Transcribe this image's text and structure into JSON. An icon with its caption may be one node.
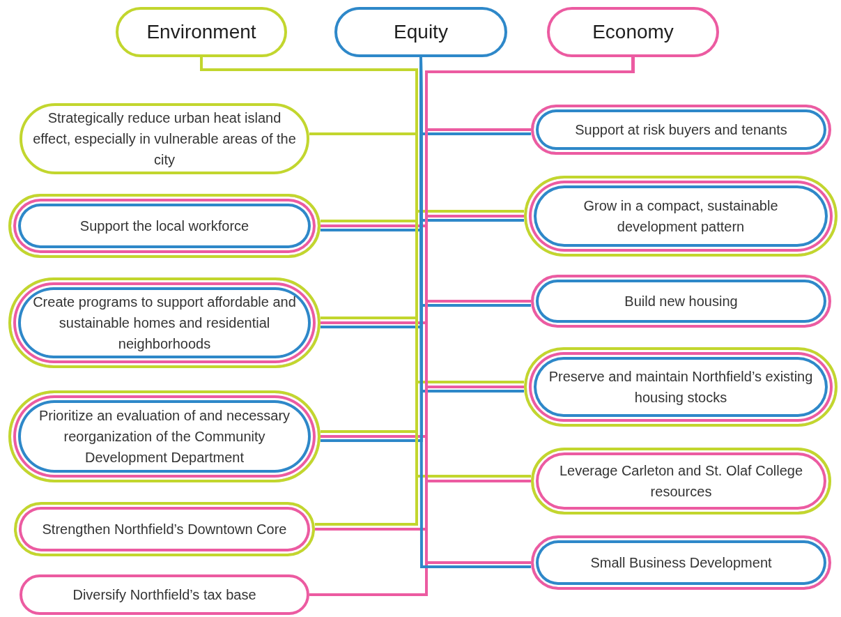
{
  "diagram": {
    "nodes": [
      {
        "text": [
          "Environment"
        ]
      },
      {
        "text": [
          "Equity"
        ]
      },
      {
        "text": [
          "Economy"
        ]
      },
      {
        "text": [
          "Strategically reduce urban heat island effect, especially in vulnerable areas of the city"
        ]
      },
      {
        "text": [
          "Support the local workforce"
        ]
      },
      {
        "text": [
          "Create programs to support affordable and sustainable homes and residential neighborhoods"
        ]
      },
      {
        "text": [
          "Prioritize an evaluation of and necessary reorganization of the Community Development Department"
        ]
      },
      {
        "text": [
          "Strengthen Northfield’s Downtown Core"
        ]
      },
      {
        "text": [
          "Diversify Northfield’s tax base"
        ]
      },
      {
        "text": [
          "Support at risk buyers and tenants"
        ]
      },
      {
        "text": [
          "Grow in a compact, sustainable development pattern"
        ]
      },
      {
        "text": [
          "Build new housing"
        ]
      },
      {
        "text": [
          "Preserve and maintain Northfield’s existing housing stocks"
        ]
      },
      {
        "text": [
          "Leverage Carleton and St. Olaf College resources"
        ]
      },
      {
        "text": [
          "Small Business Development"
        ]
      }
    ],
    "edges": [
      {
        "from": 0,
        "to": 3,
        "arrow": "none",
        "color": "#c2d62e"
      },
      {
        "from": 0,
        "to": 4,
        "arrow": "none",
        "color": "#c2d62e"
      },
      {
        "from": 2,
        "to": 4,
        "arrow": "none",
        "color": "#ec5ba1"
      },
      {
        "from": 1,
        "to": 4,
        "arrow": "none",
        "color": "#2e88c9"
      },
      {
        "from": 0,
        "to": 5,
        "arrow": "none",
        "color": "#c2d62e"
      },
      {
        "from": 2,
        "to": 5,
        "arrow": "none",
        "color": "#ec5ba1"
      },
      {
        "from": 1,
        "to": 5,
        "arrow": "none",
        "color": "#2e88c9"
      },
      {
        "from": 0,
        "to": 6,
        "arrow": "none",
        "color": "#c2d62e"
      },
      {
        "from": 2,
        "to": 6,
        "arrow": "none",
        "color": "#ec5ba1"
      },
      {
        "from": 1,
        "to": 6,
        "arrow": "none",
        "color": "#2e88c9"
      },
      {
        "from": 0,
        "to": 7,
        "arrow": "none",
        "color": "#c2d62e"
      },
      {
        "from": 2,
        "to": 7,
        "arrow": "none",
        "color": "#ec5ba1"
      },
      {
        "from": 2,
        "to": 8,
        "arrow": "none",
        "color": "#ec5ba1"
      },
      {
        "from": 2,
        "to": 9,
        "arrow": "none",
        "color": "#ec5ba1"
      },
      {
        "from": 1,
        "to": 9,
        "arrow": "none",
        "color": "#2e88c9"
      },
      {
        "from": 0,
        "to": 10,
        "arrow": "none",
        "color": "#c2d62e"
      },
      {
        "from": 2,
        "to": 10,
        "arrow": "none",
        "color": "#ec5ba1"
      },
      {
        "from": 1,
        "to": 10,
        "arrow": "none",
        "color": "#2e88c9"
      },
      {
        "from": 2,
        "to": 11,
        "arrow": "none",
        "color": "#ec5ba1"
      },
      {
        "from": 1,
        "to": 11,
        "arrow": "none",
        "color": "#2e88c9"
      },
      {
        "from": 0,
        "to": 12,
        "arrow": "none",
        "color": "#c2d62e"
      },
      {
        "from": 2,
        "to": 12,
        "arrow": "none",
        "color": "#ec5ba1"
      },
      {
        "from": 1,
        "to": 12,
        "arrow": "none",
        "color": "#2e88c9"
      },
      {
        "from": 0,
        "to": 13,
        "arrow": "none",
        "color": "#c2d62e"
      },
      {
        "from": 2,
        "to": 13,
        "arrow": "none",
        "color": "#ec5ba1"
      },
      {
        "from": 2,
        "to": 14,
        "arrow": "none",
        "color": "#ec5ba1"
      },
      {
        "from": 1,
        "to": 14,
        "arrow": "none",
        "color": "#2e88c9"
      }
    ]
  }
}
